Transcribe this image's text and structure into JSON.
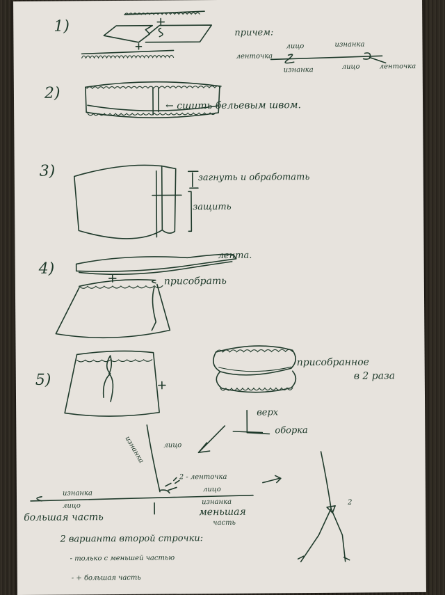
{
  "steps": [
    "1)",
    "2)",
    "3)",
    "4)",
    "5)"
  ],
  "step1": {
    "note": "причем:",
    "top_left": "ленточка",
    "top_face": "лицо",
    "top_wrong": "изнанка",
    "bot_wrong": "изнанка",
    "bot_face": "лицо",
    "bot_right": "ленточка"
  },
  "step2": {
    "note": "← сшить бельевым швом."
  },
  "step3": {
    "fold": "загнуть и обработать",
    "sew": "защить"
  },
  "step4": {
    "ribbon": "лента.",
    "gather": "присобрать"
  },
  "step5": {
    "gathered_line1": "присобранное",
    "gathered_line2": "в 2 раза",
    "top": "верх",
    "frill": "оборка"
  },
  "seam": {
    "face1": "лицо",
    "wrong1": "изнанка",
    "ribbon": "2 - ленточка",
    "wrong2": "изнанка",
    "face2": "лицо",
    "face3": "лицо",
    "wrong3": "изнанка",
    "big": "большая часть",
    "small_line1": "меньшая",
    "small_line2": "часть",
    "num2": "2"
  },
  "footer": {
    "line1": "2 варианта второй строчки:",
    "line2": "- только с меньшей частью",
    "line3": "- + большая часть"
  }
}
